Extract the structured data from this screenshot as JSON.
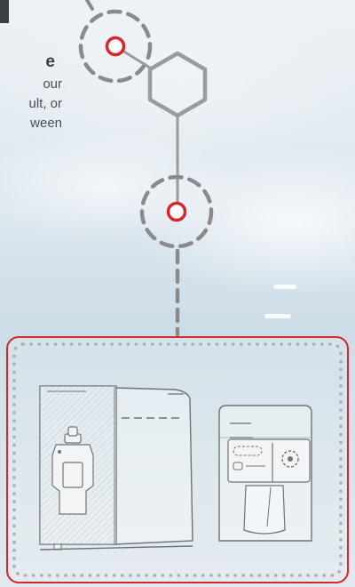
{
  "text": {
    "heading": "e",
    "para_lines": [
      "our",
      "ult, or",
      "ween"
    ]
  },
  "colors": {
    "accent": "#d9252c",
    "line_gray": "#9b9b9b",
    "dash_gray": "#8a8a8a",
    "dark_tab": "#3a3f44"
  },
  "icons": {
    "molecule": "hexagon-molecule-icon",
    "instrument_left": "mass-spectrometer-icon",
    "instrument_right": "liquid-chromatograph-icon"
  }
}
